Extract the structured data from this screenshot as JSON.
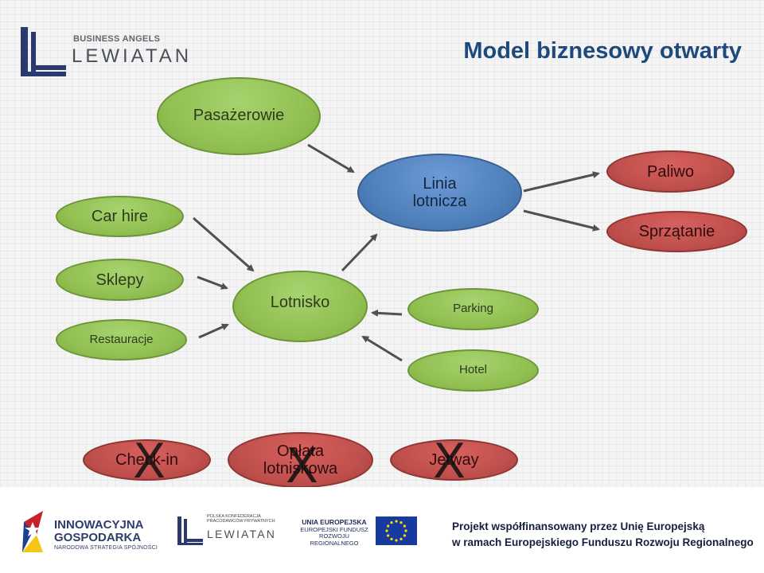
{
  "title": "Model biznesowy otwarty",
  "logo": {
    "top_text": "BUSINESS ANGELS",
    "bottom_text": "LEWIATAN"
  },
  "nodes": {
    "pasazerowie": "Pasażerowie",
    "linia": "Linia lotnicza",
    "paliwo": "Paliwo",
    "sprzatanie": "Sprzątanie",
    "car_hire": "Car hire",
    "sklepy": "Sklepy",
    "restauracje": "Restauracje",
    "lotnisko": "Lotnisko",
    "parking": "Parking",
    "hotel": "Hotel",
    "checkin": "Check-in",
    "oplata": "Opłata lotniskowa",
    "jetway": "Jetway"
  },
  "x_mark": "X",
  "colors": {
    "title": "#1f497d",
    "green": "#92c052",
    "blue": "#4f81bd",
    "red": "#c0504d",
    "arrow": "#505050"
  },
  "footer": {
    "innowacyjna": [
      "INNOWACYJNA",
      "GOSPODARKA",
      "NARODOWA STRATEGIA SPÓJNOŚCI"
    ],
    "konfederacja": [
      "POLSKA KONFEDERACJA PRACODAWCÓW PRYWATNYCH",
      "LEWIATAN"
    ],
    "unia": [
      "UNIA EUROPEJSKA",
      "EUROPEJSKI FUNDUSZ",
      "ROZWOJU REGIONALNEGO"
    ],
    "projekt": [
      "Projekt współfinansowany przez Unię Europejską",
      "w ramach Europejskiego Funduszu Rozwoju Regionalnego"
    ]
  }
}
